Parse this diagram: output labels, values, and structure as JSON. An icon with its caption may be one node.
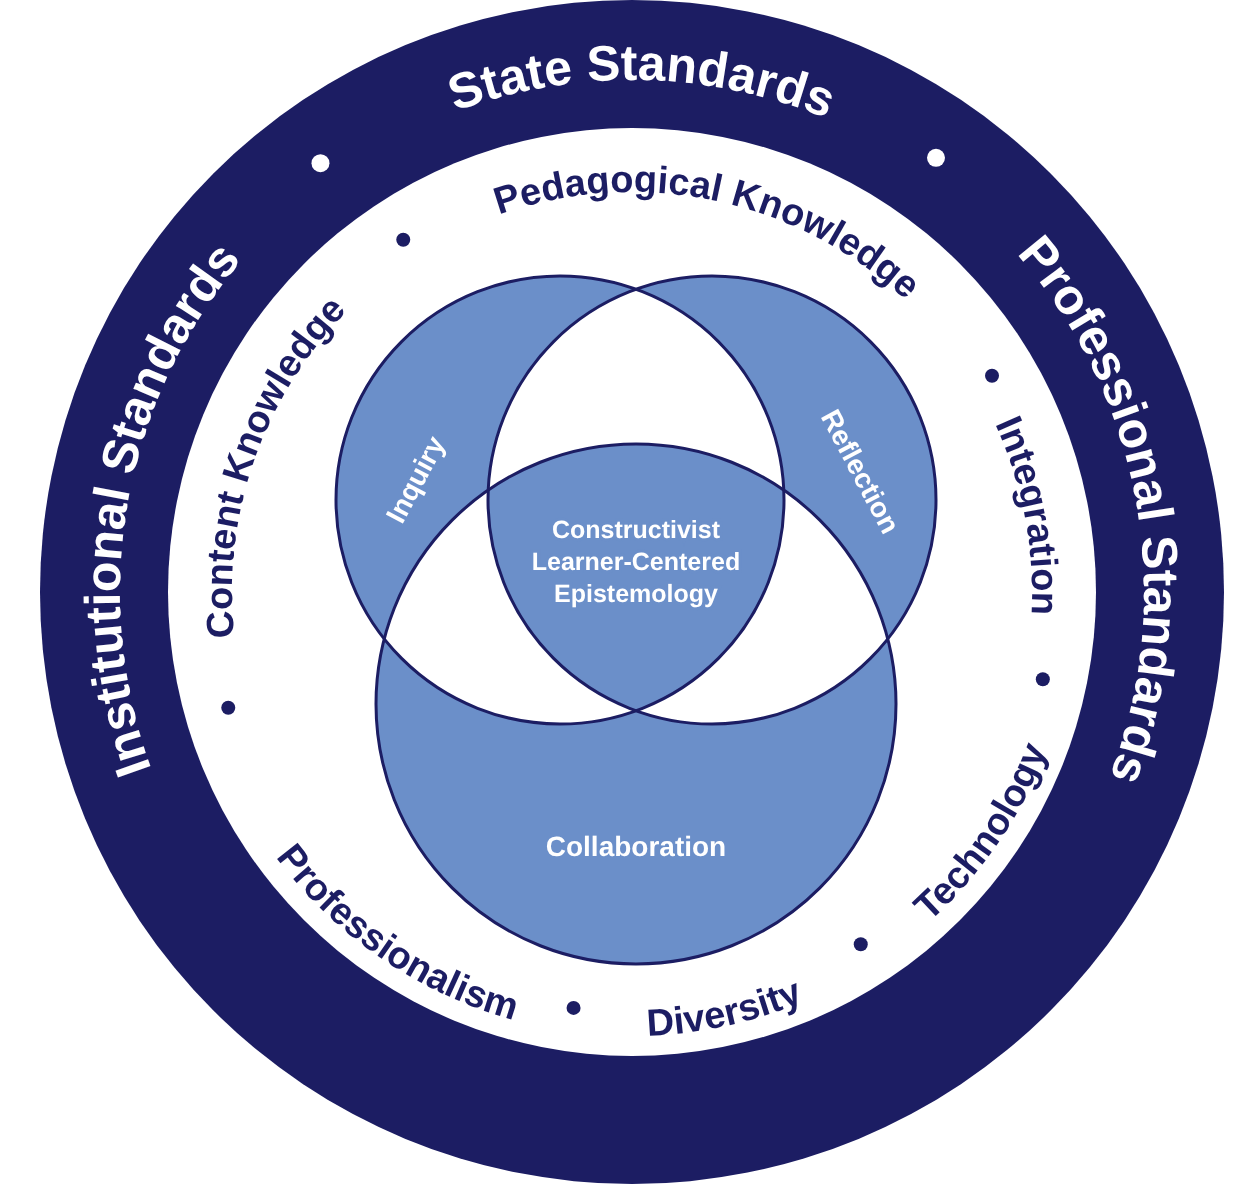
{
  "diagram": {
    "nodes": [
      {
        "text": [
          "Institutional Standards",
          "State Standards",
          "Professional Standards"
        ]
      },
      {
        "text": [
          "Content Knowledge",
          "Pedagogical Knowledge",
          "Integration",
          "Technology",
          "Diversity",
          "Professionalism"
        ],
        "in": 0
      },
      {
        "text": [
          "Inquiry"
        ],
        "in": 1
      },
      {
        "text": [
          "Reflection"
        ],
        "in": 1
      },
      {
        "text": [
          "Collaboration"
        ],
        "in": 1
      }
    ],
    "labels": [
      "Constructivist Learner-Centered Epistemology"
    ]
  }
}
